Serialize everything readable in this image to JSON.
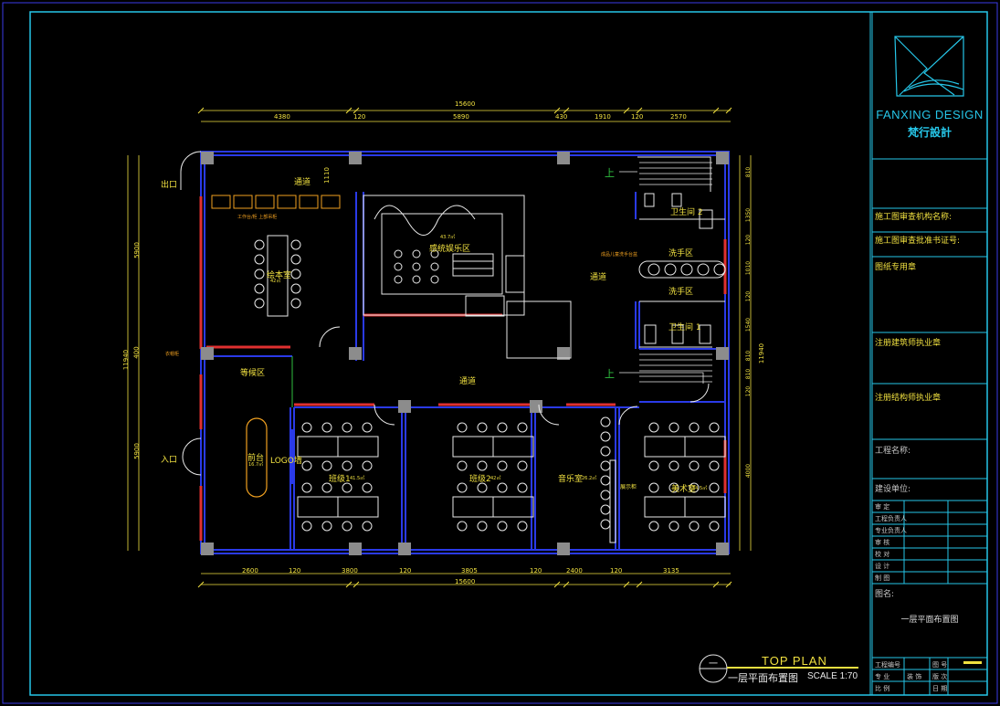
{
  "title_block": {
    "brand_en": "FANXING DESIGN",
    "brand_cn": "梵行設計",
    "fields": [
      "施工图审查机构名称:",
      "施工图审查批准书证号:",
      "图纸专用章",
      "注册建筑师执业章",
      "注册结构师执业章",
      "工程名称:",
      "建设单位:"
    ],
    "roles": [
      "审 定",
      "工程负责人",
      "专业负责人",
      "审 核",
      "校 对",
      "设 计",
      "制 图"
    ],
    "drawing_label": "图名:",
    "drawing_name": "一层平面布置图",
    "bottom_rows": [
      {
        "label": "工程编号",
        "value": "",
        "label2": "图 号",
        "value2": ""
      },
      {
        "label": "专 业",
        "value": "装 饰",
        "label2": "版 次",
        "value2": ""
      },
      {
        "label": "比 例",
        "value": "",
        "label2": "日 期",
        "value2": ""
      }
    ]
  },
  "plan_title": {
    "number": "一",
    "title_en": "TOP PLAN",
    "title_cn": "一层平面布置图",
    "scale": "SCALE 1:70"
  },
  "dimensions": {
    "top_total": "15600",
    "top_segments": [
      "4380",
      "120",
      "5890",
      "430",
      "1910",
      "120",
      "2570"
    ],
    "bottom_total": "15600",
    "bottom_segments": [
      "2600",
      "120",
      "3800",
      "120",
      "3805",
      "120",
      "2400",
      "120",
      "3135"
    ],
    "left_segments": [
      "5900",
      "400",
      "5900"
    ],
    "left_total": "11940",
    "right_total": "11940",
    "right_segments": [
      "810",
      "1350",
      "120",
      "1010",
      "120",
      "1540",
      "810",
      "810",
      "120",
      "4000"
    ],
    "corridor_depth": "1110"
  },
  "rooms": {
    "exit": "出口",
    "entrance": "入口",
    "corridor_top": "通道",
    "corridor_right": "通道",
    "lobby": "通道",
    "reading_room": "绘本室",
    "reading_area": "42㎡",
    "play_area": "感统娱乐区",
    "play_area_sqm": "43.7㎡",
    "waiting": "等候区",
    "reception": "前台",
    "reception_sqm": "16.7㎡",
    "logo_wall": "LOGO墙",
    "class1": "班级1",
    "class1_sqm": "41.5㎡",
    "class2": "班级2",
    "class2_sqm": "42㎡",
    "music": "音乐室",
    "music_sqm": "26.2㎡",
    "art": "美术室",
    "art_sqm": "34.5㎡",
    "toilet1": "卫生间 1",
    "toilet2": "卫生间 2",
    "wash1": "洗手区",
    "wash2": "洗手区",
    "up1": "上",
    "up2": "上",
    "display": "展示柜",
    "shelf_note": "工作台/柜 上部吊柜",
    "basin_note": "成品儿童洗手台盆",
    "cabinet_note": "衣帽柜"
  },
  "colors": {
    "frame": "#26c6e8",
    "wall": "#2a3ae8",
    "column": "#8c8c8c",
    "dimension": "#f0e040",
    "furniture": "#f0e040",
    "partition": "#e03030",
    "text": "#e8e8e8"
  }
}
